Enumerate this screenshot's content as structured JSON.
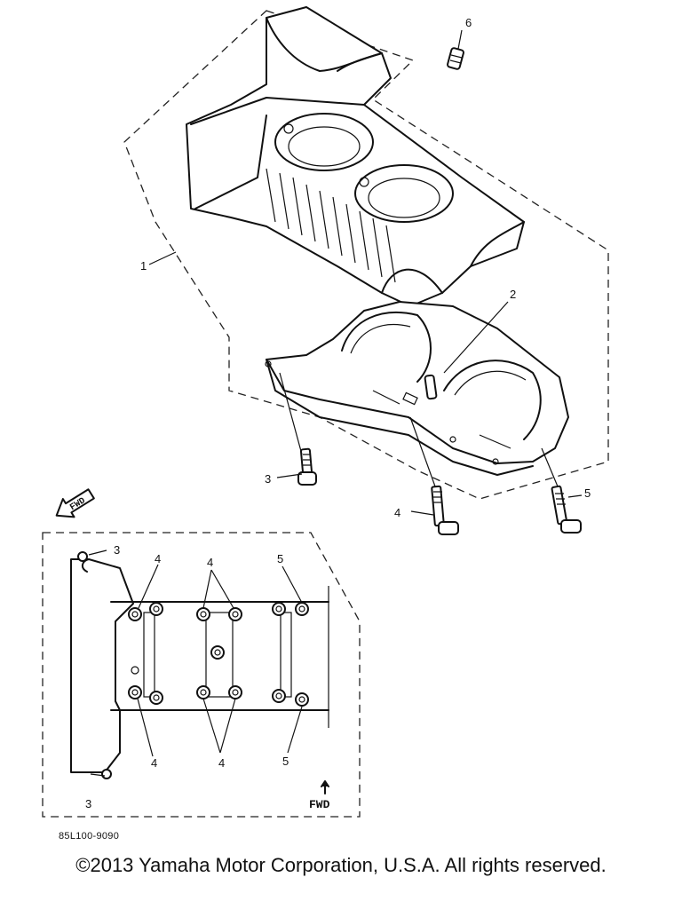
{
  "callouts": {
    "c1": "1",
    "c2": "2",
    "c3": "3",
    "c4": "4",
    "c5": "5",
    "c6": "6"
  },
  "inset": {
    "callouts": [
      "3",
      "4",
      "4",
      "5",
      "4",
      "4",
      "5",
      "3"
    ],
    "fwd_label": "FWD"
  },
  "fwd_arrow_label": "FWD",
  "diagram_code": "85L100-9090",
  "copyright": "©2013 Yamaha Motor Corporation, U.S.A. All rights reserved."
}
